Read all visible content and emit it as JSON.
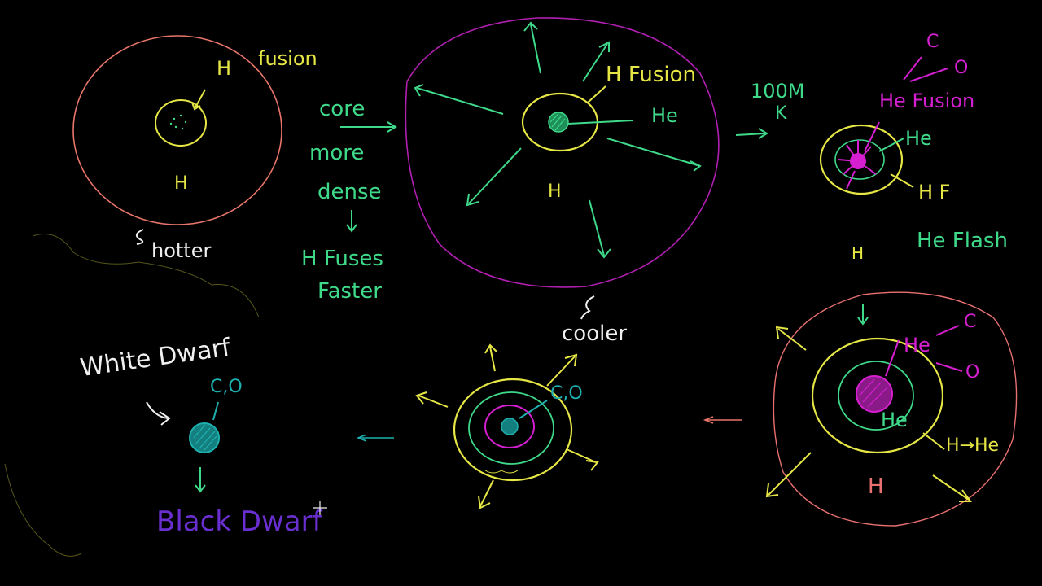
{
  "colors": {
    "background": "#000000",
    "red": "#e8756b",
    "yellow": "#e6e645",
    "green": "#3fd98a",
    "cyan": "#1fb0b0",
    "magenta": "#d51fd0",
    "purple_border": "#b01fb0",
    "white": "#f0f0f0",
    "violet": "#6a2fd0",
    "pink": "#e87070"
  },
  "labels": {
    "star1_h_top": "H",
    "star1_fusion": "fusion",
    "star1_h_bottom": "H",
    "star1_hotter": "hotter",
    "note_core": "core",
    "note_more": "more",
    "note_dense": "dense",
    "note_h_fuses": "H Fuses",
    "note_faster": "Faster",
    "star2_h_fusion": "H Fusion",
    "star2_he": "He",
    "star2_h": "H",
    "star2_cooler": "cooler",
    "temp_100m": "100M",
    "temp_k": "K",
    "star3_c": "C",
    "star3_o": "O",
    "star3_he_fusion": "He Fusion",
    "star3_he": "He",
    "star3_hf": "H F",
    "star3_h": "H",
    "star3_he_flash": "He Flash",
    "star4_he": "He",
    "star4_c": "C",
    "star4_o": "O",
    "star4_he_inner": "He",
    "star4_h_he": "H→He",
    "star4_h": "H",
    "star5_co": "C,O",
    "white_dwarf": "White Dwarf",
    "wd_co": "C,O",
    "black_dwarf": "Black Dwarf"
  }
}
